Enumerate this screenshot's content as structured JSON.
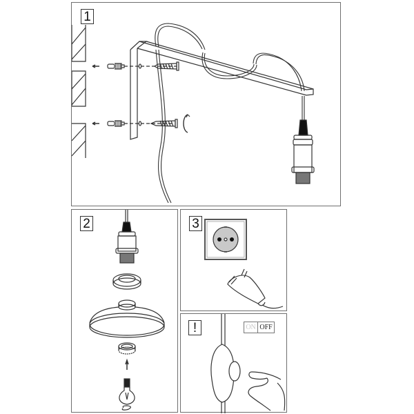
{
  "figure": {
    "type": "assembly-instructions",
    "subject": "pendant wall lamp installation"
  },
  "panels": [
    {
      "id": "1",
      "label": "1",
      "description": "Mount L-bracket to wall with two wall plugs and screws; cord loops over arm; lamp socket hangs from end"
    },
    {
      "id": "2",
      "label": "2",
      "description": "Assemble socket, ring, shade, threaded ring and light bulb"
    },
    {
      "id": "3",
      "label": "3",
      "description": "Insert plug into wall socket"
    },
    {
      "id": "warning",
      "label": "!",
      "description": "Use inline switch to turn lamp on/off"
    }
  ],
  "switch_indicator": {
    "on_label": "ON",
    "off_label": "OFF",
    "active": "OFF"
  },
  "colors": {
    "line": "#333333",
    "border": "#6e6e6e",
    "socket_face": "#c9c9c9",
    "background": "#ffffff"
  }
}
